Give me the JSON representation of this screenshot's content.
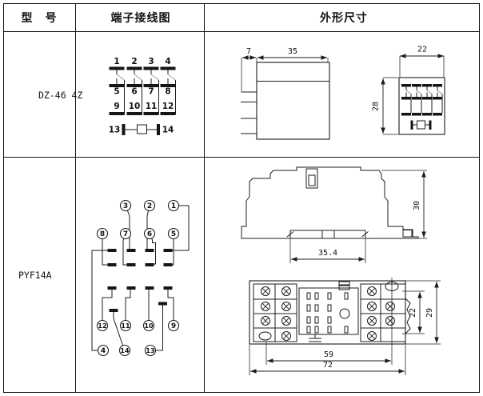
{
  "header": {
    "model": "型　号",
    "wiring": "端子接线图",
    "dimensions": "外形尺寸"
  },
  "rows": [
    {
      "model": "DZ-46 4Z",
      "wiring": {
        "top": [
          "1",
          "2",
          "3",
          "4"
        ],
        "mid": [
          "5",
          "6",
          "7",
          "8"
        ],
        "low": [
          "9",
          "10",
          "11",
          "12"
        ],
        "coil": [
          "13",
          "14"
        ]
      },
      "dims": {
        "pin_length": "7",
        "body_width": "35",
        "face_width": "22",
        "face_height": "28"
      }
    },
    {
      "model": "PYF14A",
      "wiring": {
        "row1": [
          "3",
          "2",
          "1"
        ],
        "row2": [
          "8",
          "7",
          "6",
          "5"
        ],
        "row3": [
          "12",
          "11",
          "10",
          "9"
        ],
        "row4": [
          "4",
          "14",
          "13"
        ]
      },
      "dims": {
        "height": "30",
        "base_width": "35.4",
        "hole_span": "59",
        "total_width": "72",
        "terminal_span": "22",
        "body_height": "29"
      }
    }
  ]
}
